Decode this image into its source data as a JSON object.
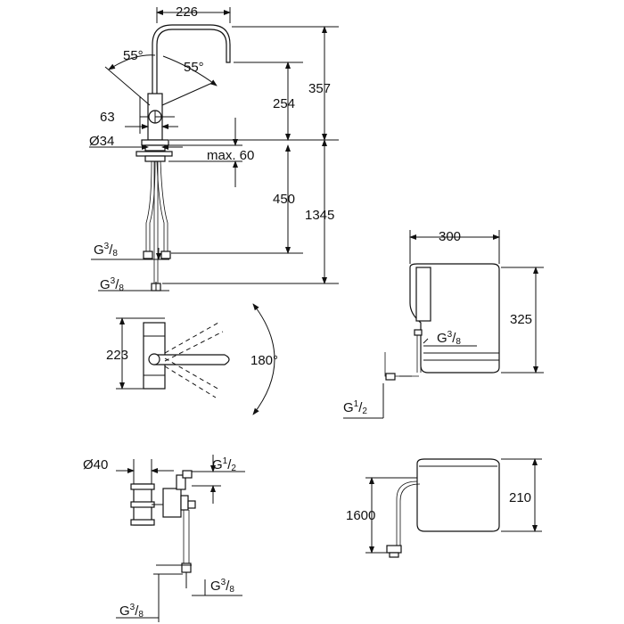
{
  "colors": {
    "line": "#111111",
    "background": "#ffffff"
  },
  "faucet": {
    "width": "226",
    "angle_left": "55°",
    "angle_right": "55°",
    "height_total": "357",
    "spout_height": "254",
    "lever_offset": "63",
    "diameter": "Ø34",
    "max_deck": "max. 60",
    "hose_length": "450",
    "overall": "1345",
    "conn_upper": {
      "base": "G",
      "sup": "3",
      "sub": "8"
    },
    "conn_lower": {
      "base": "G",
      "sup": "3",
      "sub": "8"
    }
  },
  "top_view": {
    "depth": "223",
    "rotation": "180°"
  },
  "heater_front": {
    "width": "300",
    "height": "325",
    "conn_outlet": {
      "base": "G",
      "sup": "3",
      "sub": "8"
    },
    "conn_inlet": {
      "base": "G",
      "sup": "1",
      "sub": "2"
    }
  },
  "valve": {
    "diameter": "Ø40",
    "conn_top": {
      "base": "G",
      "sup": "1",
      "sub": "2"
    },
    "conn_right": {
      "base": "G",
      "sup": "3",
      "sub": "8"
    },
    "conn_bottom": {
      "base": "G",
      "sup": "3",
      "sub": "8"
    }
  },
  "heater_side": {
    "depth": "210",
    "cable_length": "1600"
  }
}
